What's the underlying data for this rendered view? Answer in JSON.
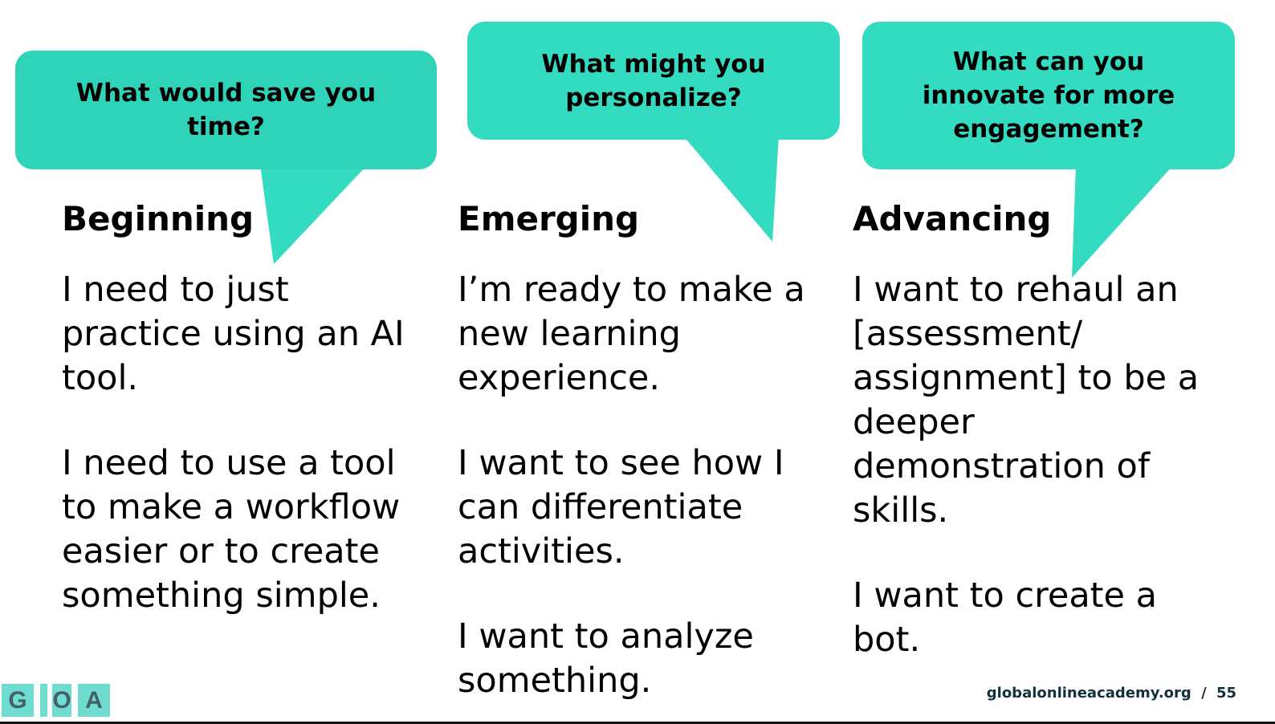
{
  "bubbles": [
    {
      "question": "What would save you time?"
    },
    {
      "question": "What might you personalize?"
    },
    {
      "question": "What can you innovate for more engagement?"
    }
  ],
  "columns": [
    {
      "heading": "Beginning",
      "paragraphs": [
        "I need to just practice using an AI tool.",
        "I need to use a tool to make a workflow easier or to create something simple."
      ]
    },
    {
      "heading": "Emerging",
      "paragraphs": [
        "I’m ready to make a new learning experience.",
        "I want to see how I can differentiate activities.",
        "I want to analyze something."
      ]
    },
    {
      "heading": "Advancing",
      "paragraphs": [
        "I want to rehaul an [assessment/ assignment] to be a deeper demonstration of skills.",
        "I want to create a bot."
      ]
    }
  ],
  "logo": {
    "letters": [
      "G",
      "O",
      "A"
    ]
  },
  "footer": {
    "site": "globalonlineacademy.org",
    "separator": "/",
    "page": "55"
  },
  "colors": {
    "accent": "#33dcc1"
  }
}
